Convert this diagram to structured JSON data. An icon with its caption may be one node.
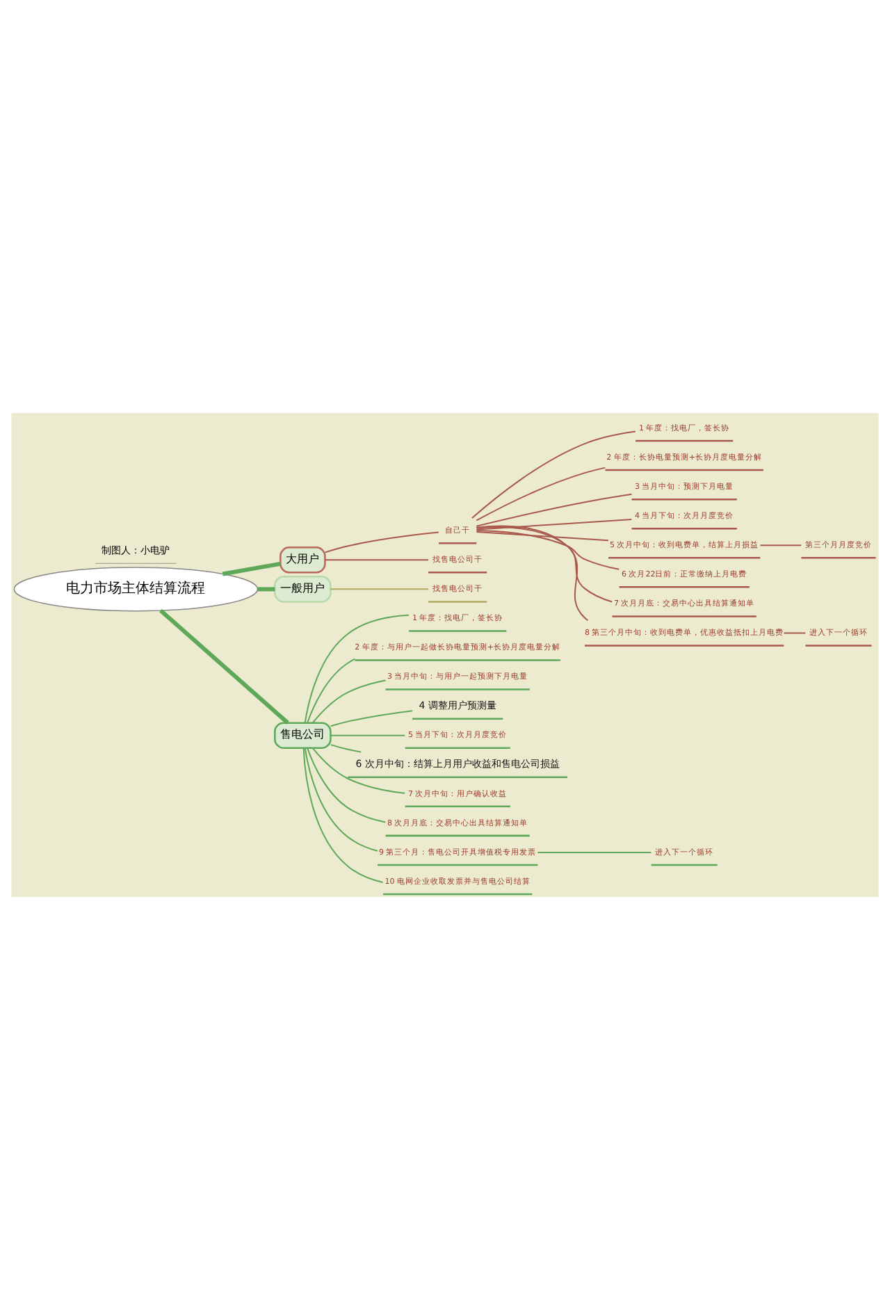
{
  "diagram": {
    "nodes": [
      {
        "text": [
          "电力市场主体结算流程"
        ]
      },
      {
        "text": [
          "大用户"
        ]
      },
      {
        "text": [
          "一般用户"
        ]
      },
      {
        "text": [
          "找售电公司干"
        ]
      },
      {
        "text": [
          "自己干"
        ]
      },
      {
        "text": [
          "1 年度：找电厂，签长协"
        ]
      },
      {
        "text": [
          "2 年度：长协电量预测+长协月度电量分解"
        ]
      },
      {
        "text": [
          "3 当月中旬：预测下月电量"
        ]
      },
      {
        "text": [
          "4 当月下旬：次月月度竞价"
        ]
      },
      {
        "text": [
          "5 次月中旬：收到电费单，结算上月损益"
        ]
      },
      {
        "text": [
          "第三个月月度竞价"
        ]
      },
      {
        "text": [
          "6 次月22日前：正常缴纳上月电费"
        ]
      },
      {
        "text": [
          "7 次月月底：交易中心出具结算通知单"
        ]
      },
      {
        "text": [
          "8 第三个月中旬：收到电费单，优惠收益抵扣上月电费"
        ]
      },
      {
        "text": [
          "进入下一个循环"
        ]
      },
      {
        "text": [
          "找售电公司干"
        ]
      },
      {
        "text": [
          "售电公司"
        ]
      },
      {
        "text": [
          "1 年度：找电厂，签长协"
        ]
      },
      {
        "text": [
          "2 年度：与用户一起做长协电量预测+长协月度电量分解"
        ]
      },
      {
        "text": [
          "3 当月中旬：与用户一起预测下月电量"
        ]
      },
      {
        "text": [
          "4 调整用户预测量"
        ]
      },
      {
        "text": [
          "5 当月下旬：次月月度竞价"
        ]
      },
      {
        "text": [
          "6 次月中旬：结算上月用户收益和售电公司损益"
        ]
      },
      {
        "text": [
          "7 次月中旬：用户确认收益"
        ]
      },
      {
        "text": [
          "8 次月月底：交易中心出具结算通知单"
        ]
      },
      {
        "text": [
          "9 第三个月：售电公司开具增值税专用发票"
        ]
      },
      {
        "text": [
          "进入下一个循环"
        ]
      },
      {
        "text": [
          "10 电网企业收取发票并与售电公司结算"
        ]
      }
    ],
    "edges": [
      {
        "from": 0,
        "to": 1,
        "arrow": "none",
        "style": "thick",
        "color": "#5ea85a"
      },
      {
        "from": 0,
        "to": 2,
        "arrow": "none",
        "style": "thick",
        "color": "#5ea85a"
      },
      {
        "from": 2,
        "to": 3,
        "arrow": "none",
        "color": "#b0a860"
      },
      {
        "from": 1,
        "to": 4,
        "arrow": "none"
      },
      {
        "from": 4,
        "to": 5,
        "arrow": "none"
      },
      {
        "from": 4,
        "to": 6,
        "arrow": "none"
      },
      {
        "from": 4,
        "to": 7,
        "arrow": "none"
      },
      {
        "from": 4,
        "to": 8,
        "arrow": "none"
      },
      {
        "from": 4,
        "to": 9,
        "arrow": "none"
      },
      {
        "from": 9,
        "to": 10,
        "arrow": "none"
      },
      {
        "from": 4,
        "to": 11,
        "arrow": "none"
      },
      {
        "from": 4,
        "to": 12,
        "arrow": "none"
      },
      {
        "from": 4,
        "to": 13,
        "arrow": "none"
      },
      {
        "from": 13,
        "to": 14,
        "arrow": "none"
      },
      {
        "from": 1,
        "to": 15,
        "arrow": "none"
      },
      {
        "from": 0,
        "to": 16,
        "arrow": "none",
        "style": "thick",
        "color": "#5ea85a"
      },
      {
        "from": 16,
        "to": 17,
        "arrow": "none",
        "color": "#5ea85a"
      },
      {
        "from": 16,
        "to": 18,
        "arrow": "none",
        "color": "#5ea85a"
      },
      {
        "from": 16,
        "to": 19,
        "arrow": "none",
        "color": "#5ea85a"
      },
      {
        "from": 16,
        "to": 20,
        "arrow": "none",
        "color": "#5ea85a"
      },
      {
        "from": 16,
        "to": 21,
        "arrow": "none",
        "color": "#5ea85a"
      },
      {
        "from": 16,
        "to": 22,
        "arrow": "none",
        "color": "#5ea85a"
      },
      {
        "from": 16,
        "to": 23,
        "arrow": "none",
        "color": "#5ea85a"
      },
      {
        "from": 16,
        "to": 24,
        "arrow": "none",
        "color": "#5ea85a"
      },
      {
        "from": 16,
        "to": 25,
        "arrow": "none",
        "color": "#5ea85a"
      },
      {
        "from": 25,
        "to": 26,
        "arrow": "none",
        "color": "#5ea85a"
      },
      {
        "from": 16,
        "to": 27,
        "arrow": "none",
        "color": "#5ea85a"
      }
    ],
    "labels": [
      "制图人：小电驴"
    ]
  }
}
